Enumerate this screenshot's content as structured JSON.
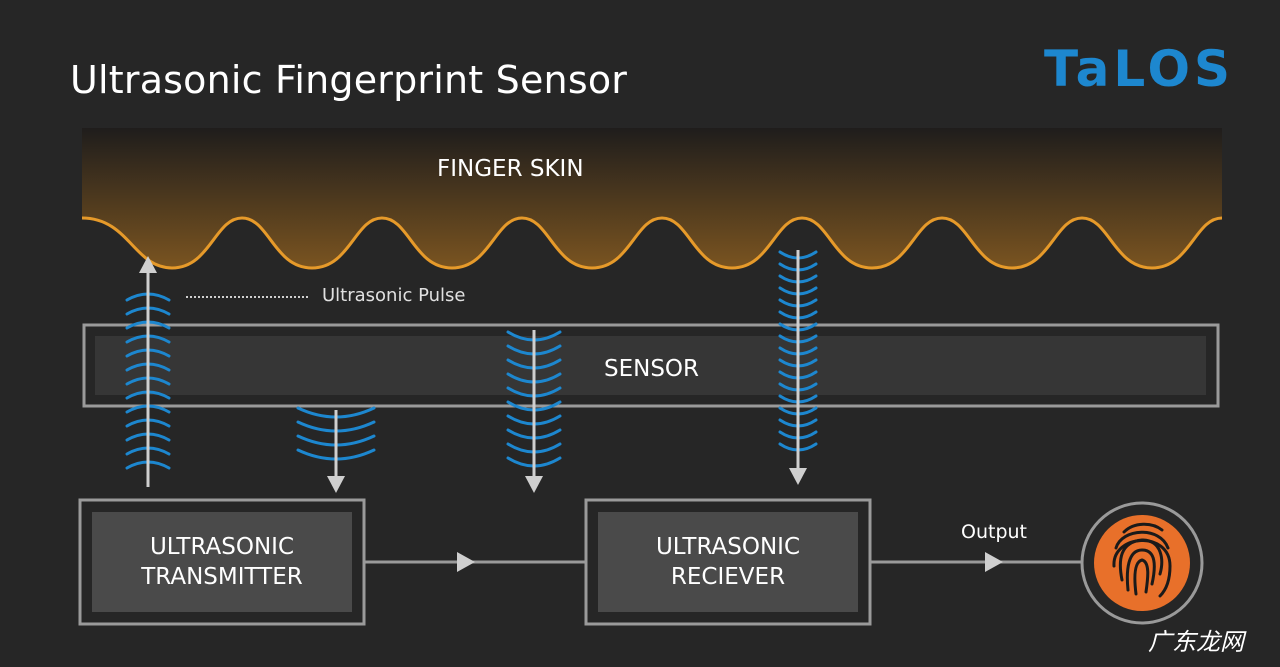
{
  "title": "Ultrasonic Fingerprint Sensor",
  "logo_text": "TaLOS",
  "labels": {
    "finger_skin": "FINGER SKIN",
    "ultrasonic_pulse": "Ultrasonic Pulse",
    "sensor": "SENSOR",
    "transmitter_line1": "ULTRASONIC",
    "transmitter_line2": "TRANSMITTER",
    "receiver_line1": "ULTRASONIC",
    "receiver_line2": "RECIEVER",
    "output": "Output"
  },
  "watermark": "广东龙网",
  "colors": {
    "background": "#262626",
    "skin_top": "#1f1d1c",
    "skin_bottom": "#7a5420",
    "skin_edge": "#e69a2a",
    "wave": "#1d87cf",
    "box_border": "#9a9a9a",
    "box_fill": "#444444",
    "fingerprint": "#e8702a",
    "logo": "#1d87cf"
  },
  "icons": {
    "fingerprint": "fingerprint-icon"
  }
}
